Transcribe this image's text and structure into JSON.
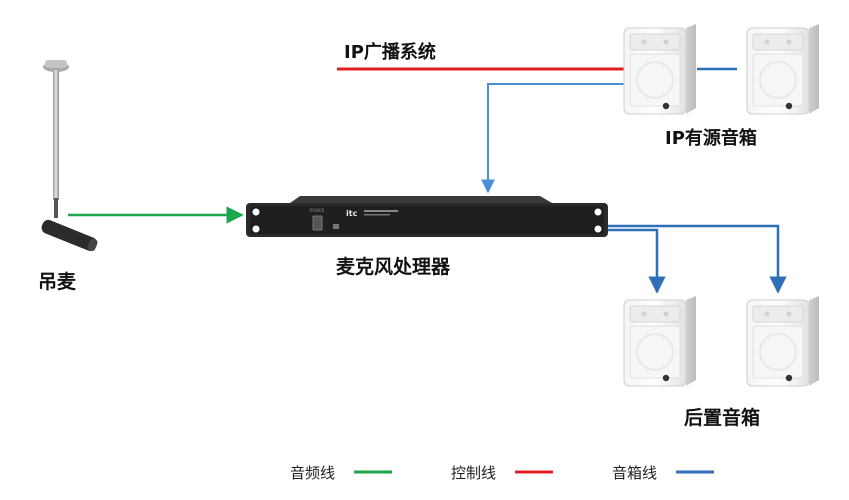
{
  "labels": {
    "ip_broadcast": "IP广播系统",
    "ip_active_speaker": "IP有源音箱",
    "pendant_mic": "吊麦",
    "mic_processor": "麦克风处理器",
    "rear_speaker": "后置音箱"
  },
  "device": {
    "brand": "itc"
  },
  "legend": [
    {
      "label": "音频线",
      "color": "#1aa64a"
    },
    {
      "label": "控制线",
      "color": "#e02020"
    },
    {
      "label": "音箱线",
      "color": "#2f6fb5"
    }
  ],
  "colors": {
    "audio_line": "#1aa64a",
    "control_line": "#e02020",
    "speaker_line": "#2f6fb5",
    "speaker_line_light": "#4a8fd4"
  }
}
